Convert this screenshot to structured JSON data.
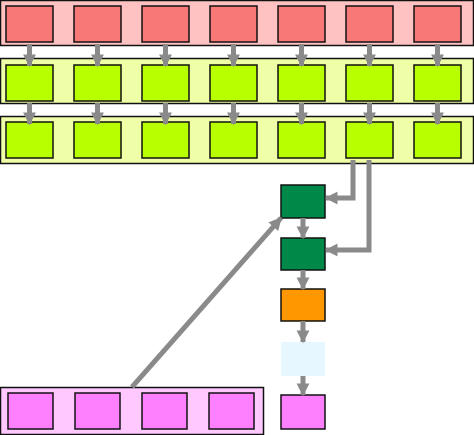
{
  "diagram": {
    "rows": [
      {
        "id": "top-row",
        "fill": "#ffc2c2",
        "box_fill": "#f87878",
        "boxes": 7
      },
      {
        "id": "second-row",
        "fill": "#efffa8",
        "box_fill": "#b8ff00",
        "boxes": 7
      },
      {
        "id": "third-row",
        "fill": "#efffa8",
        "box_fill": "#b8ff00",
        "boxes": 7
      },
      {
        "id": "bottom-row",
        "fill": "#ffc8ff",
        "box_fill": "#ff80ff",
        "boxes": 4
      }
    ],
    "chain": [
      {
        "id": "dark-green-node-1",
        "fill": "#008848"
      },
      {
        "id": "dark-green-node-2",
        "fill": "#008848"
      },
      {
        "id": "orange-node",
        "fill": "#ff9800"
      },
      {
        "id": "light-blue-node",
        "fill": "#e6f7ff"
      },
      {
        "id": "magenta-node",
        "fill": "#ff80ff"
      }
    ],
    "arrow_color": "#8a8a8a",
    "outline_color": "#111111"
  }
}
